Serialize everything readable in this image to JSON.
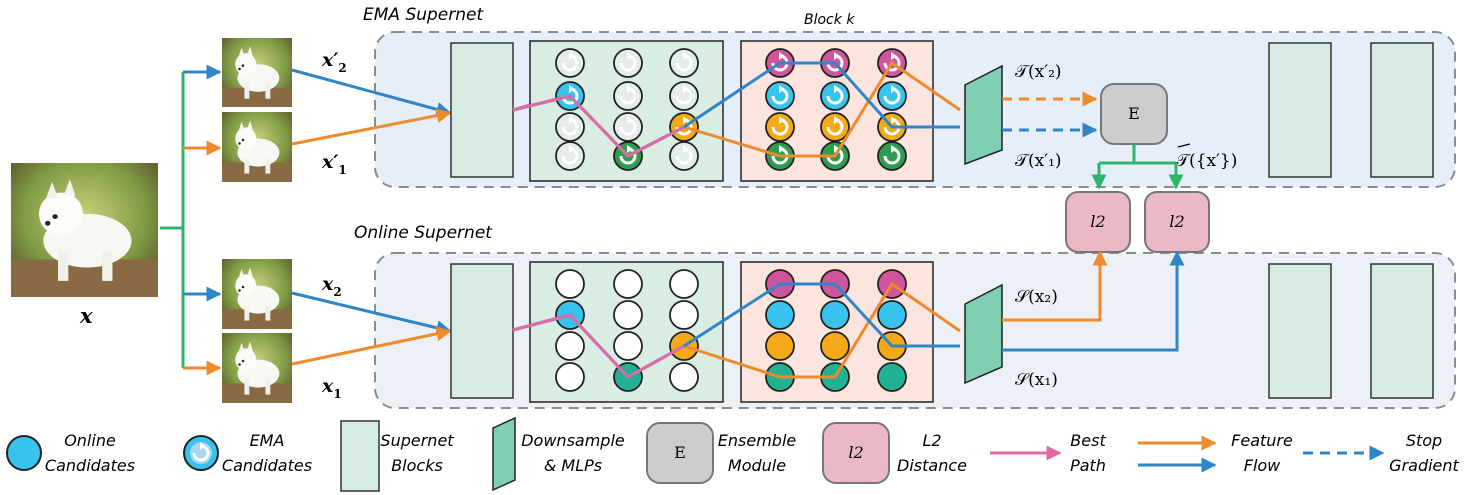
{
  "title_ema": "EMA Supernet",
  "title_online": "Online Supernet",
  "title_block": "Block k",
  "input_label": "x",
  "labels": {
    "x2p": "x′",
    "x2p_sub": "2",
    "x1p": "x′",
    "x1p_sub": "1",
    "x2": "x",
    "x2_sub": "2",
    "x1": "x",
    "x1_sub": "1"
  },
  "outputs": {
    "t2": "𝒯(x′₂)",
    "t1": "𝒯(x′₁)",
    "that": "𝒯({x′})",
    "s2": "𝒮(x₂)",
    "s1": "𝒮(x₁)"
  },
  "ensemble_label": "E",
  "l2_label": "l2",
  "legend": {
    "online1": "Online",
    "online2": "Candidates",
    "ema1": "EMA",
    "ema2": "Candidates",
    "blocks1": "Supernet",
    "blocks2": "Blocks",
    "down1": "Downsample",
    "down2": "& MLPs",
    "ens_sym": "E",
    "ens1": "Ensemble",
    "ens2": "Module",
    "l2_sym": "l2",
    "l21": "L2",
    "l22": "Distance",
    "best1": "Best",
    "best2": "Path",
    "feat1": "Feature",
    "feat2": "Flow",
    "stop1": "Stop",
    "stop2": "Gradient"
  },
  "colors": {
    "blue": "#2e86c7",
    "orange": "#ef8b2c",
    "pink": "#e06aa6",
    "green_line": "#2fb56a",
    "cyan": "#38c2ee",
    "amber": "#f3a918",
    "magenta": "#d0559c",
    "teal": "#23b193",
    "green_ema": "#2e9d4f",
    "block_fill": "#d6ebe2",
    "trap_fill": "#7fcdb2",
    "ens_fill": "#cdcdcd",
    "l2_fill": "#ebb9c6",
    "ema_bg": "#e6eef9",
    "online_bg": "#ebf1f6",
    "grid_green_bg": "#d9ede3",
    "grid_pink_bg": "#fbe5de"
  }
}
